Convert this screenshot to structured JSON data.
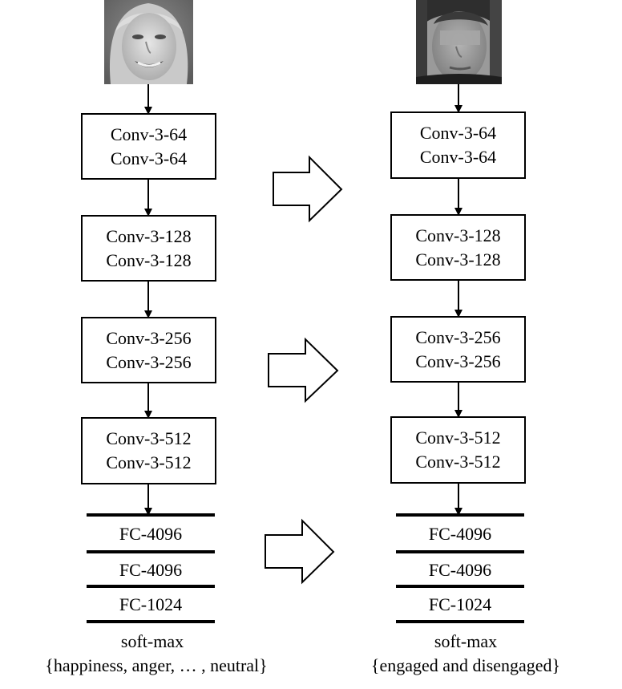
{
  "left_network": {
    "conv_blocks": [
      {
        "line1": "Conv-3-64",
        "line2": "Conv-3-64"
      },
      {
        "line1": "Conv-3-128",
        "line2": "Conv-3-128"
      },
      {
        "line1": "Conv-3-256",
        "line2": "Conv-3-256"
      },
      {
        "line1": "Conv-3-512",
        "line2": "Conv-3-512"
      }
    ],
    "fc_layers": [
      "FC-4096",
      "FC-4096",
      "FC-1024"
    ],
    "output_label": "soft-max",
    "classes": "{happiness, anger, … , neutral}"
  },
  "right_network": {
    "conv_blocks": [
      {
        "line1": "Conv-3-64",
        "line2": "Conv-3-64"
      },
      {
        "line1": "Conv-3-128",
        "line2": "Conv-3-128"
      },
      {
        "line1": "Conv-3-256",
        "line2": "Conv-3-256"
      },
      {
        "line1": "Conv-3-512",
        "line2": "Conv-3-512"
      }
    ],
    "fc_layers": [
      "FC-4096",
      "FC-4096",
      "FC-1024"
    ],
    "output_label": "soft-max",
    "classes": "{engaged and disengaged}"
  }
}
